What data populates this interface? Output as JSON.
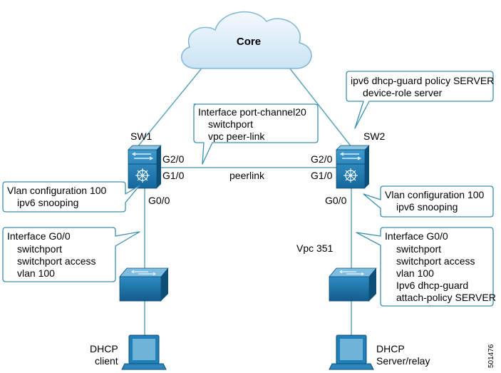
{
  "cloud": {
    "label": "Core"
  },
  "switches": {
    "sw1": {
      "name": "SW1",
      "ports": {
        "top": "G2/0",
        "middle": "G1/0",
        "bottom": "G0/0"
      }
    },
    "sw2": {
      "name": "SW2",
      "ports": {
        "top": "G2/0",
        "middle": "G1/0",
        "bottom": "G0/0"
      }
    }
  },
  "peerlink_label": "peerlink",
  "vpc_label": "Vpc 351",
  "callouts": {
    "peer_channel": [
      "Interface port-channel20",
      "switchport",
      "vpc peer-link"
    ],
    "dhcp_guard_policy": [
      "ipv6 dhcp-guard policy SERVER",
      "device-role server"
    ],
    "vlan_sw1": [
      "Vlan configuration 100",
      "ipv6 snooping"
    ],
    "vlan_sw2": [
      "Vlan configuration 100",
      "ipv6 snooping"
    ],
    "intf_sw1": [
      "Interface G0/0",
      "switchport",
      "switchport access",
      "vlan 100"
    ],
    "intf_sw2": [
      "Interface G0/0",
      "switchport",
      "switchport access",
      "vlan 100",
      "Ipv6 dhcp-guard",
      "attach-policy SERVER"
    ]
  },
  "hosts": {
    "client": [
      "DHCP",
      "client"
    ],
    "server": [
      "DHCP",
      "Server/relay"
    ]
  },
  "figure_id": "501476",
  "colors": {
    "switch_face": "#1f7fb6",
    "switch_top": "#6fb3d8",
    "link": "#5ba3b9",
    "callout_border": "#3a8fb0",
    "cloud": "#dceef8"
  }
}
